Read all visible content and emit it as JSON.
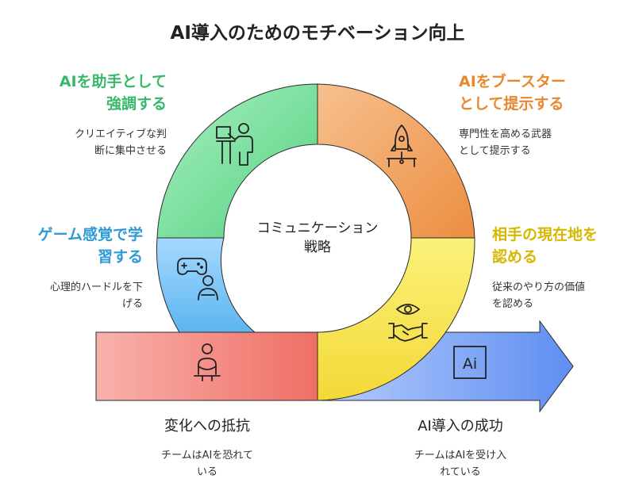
{
  "title": "AI導入のためのモチベーション向上",
  "center": {
    "line1": "コミュニケーション",
    "line2": "戦略"
  },
  "arrow_label": "Ai",
  "colors": {
    "green": "#39b86a",
    "orange": "#e8872e",
    "blue": "#2e9bd6",
    "yellow": "#d6b800"
  },
  "callouts": {
    "assistant": {
      "heading_line1": "AIを助手として",
      "heading_line2": "強調する",
      "desc_line1": "クリエイティブな判",
      "desc_line2": "断に集中させる"
    },
    "booster": {
      "heading_line1": "AIをブースター",
      "heading_line2": "として提示する",
      "desc_line1": "専門性を高める武器",
      "desc_line2": "として提示する"
    },
    "gamify": {
      "heading_line1": "ゲーム感覚で学",
      "heading_line2": "習する",
      "desc_line1": "心理的ハードルを下",
      "desc_line2": "げる"
    },
    "recognize": {
      "heading_line1": "相手の現在地を",
      "heading_line2": "認める",
      "desc_line1": "従来のやり方の価値",
      "desc_line2": "を認める"
    },
    "resistance": {
      "heading": "変化への抵抗",
      "desc_line1": "チームはAIを恐れて",
      "desc_line2": "いる"
    },
    "success": {
      "heading": "AI導入の成功",
      "desc_line1": "チームはAIを受け入",
      "desc_line2": "れている"
    }
  },
  "icons": {
    "green_segment": "presenter-icon",
    "orange_segment": "rocket-icon",
    "blue_segment": "gamepad-person-icon",
    "yellow_segment": "handshake-eye-icon",
    "red_bar": "person-sitting-icon",
    "arrow": "ai-badge-icon"
  }
}
